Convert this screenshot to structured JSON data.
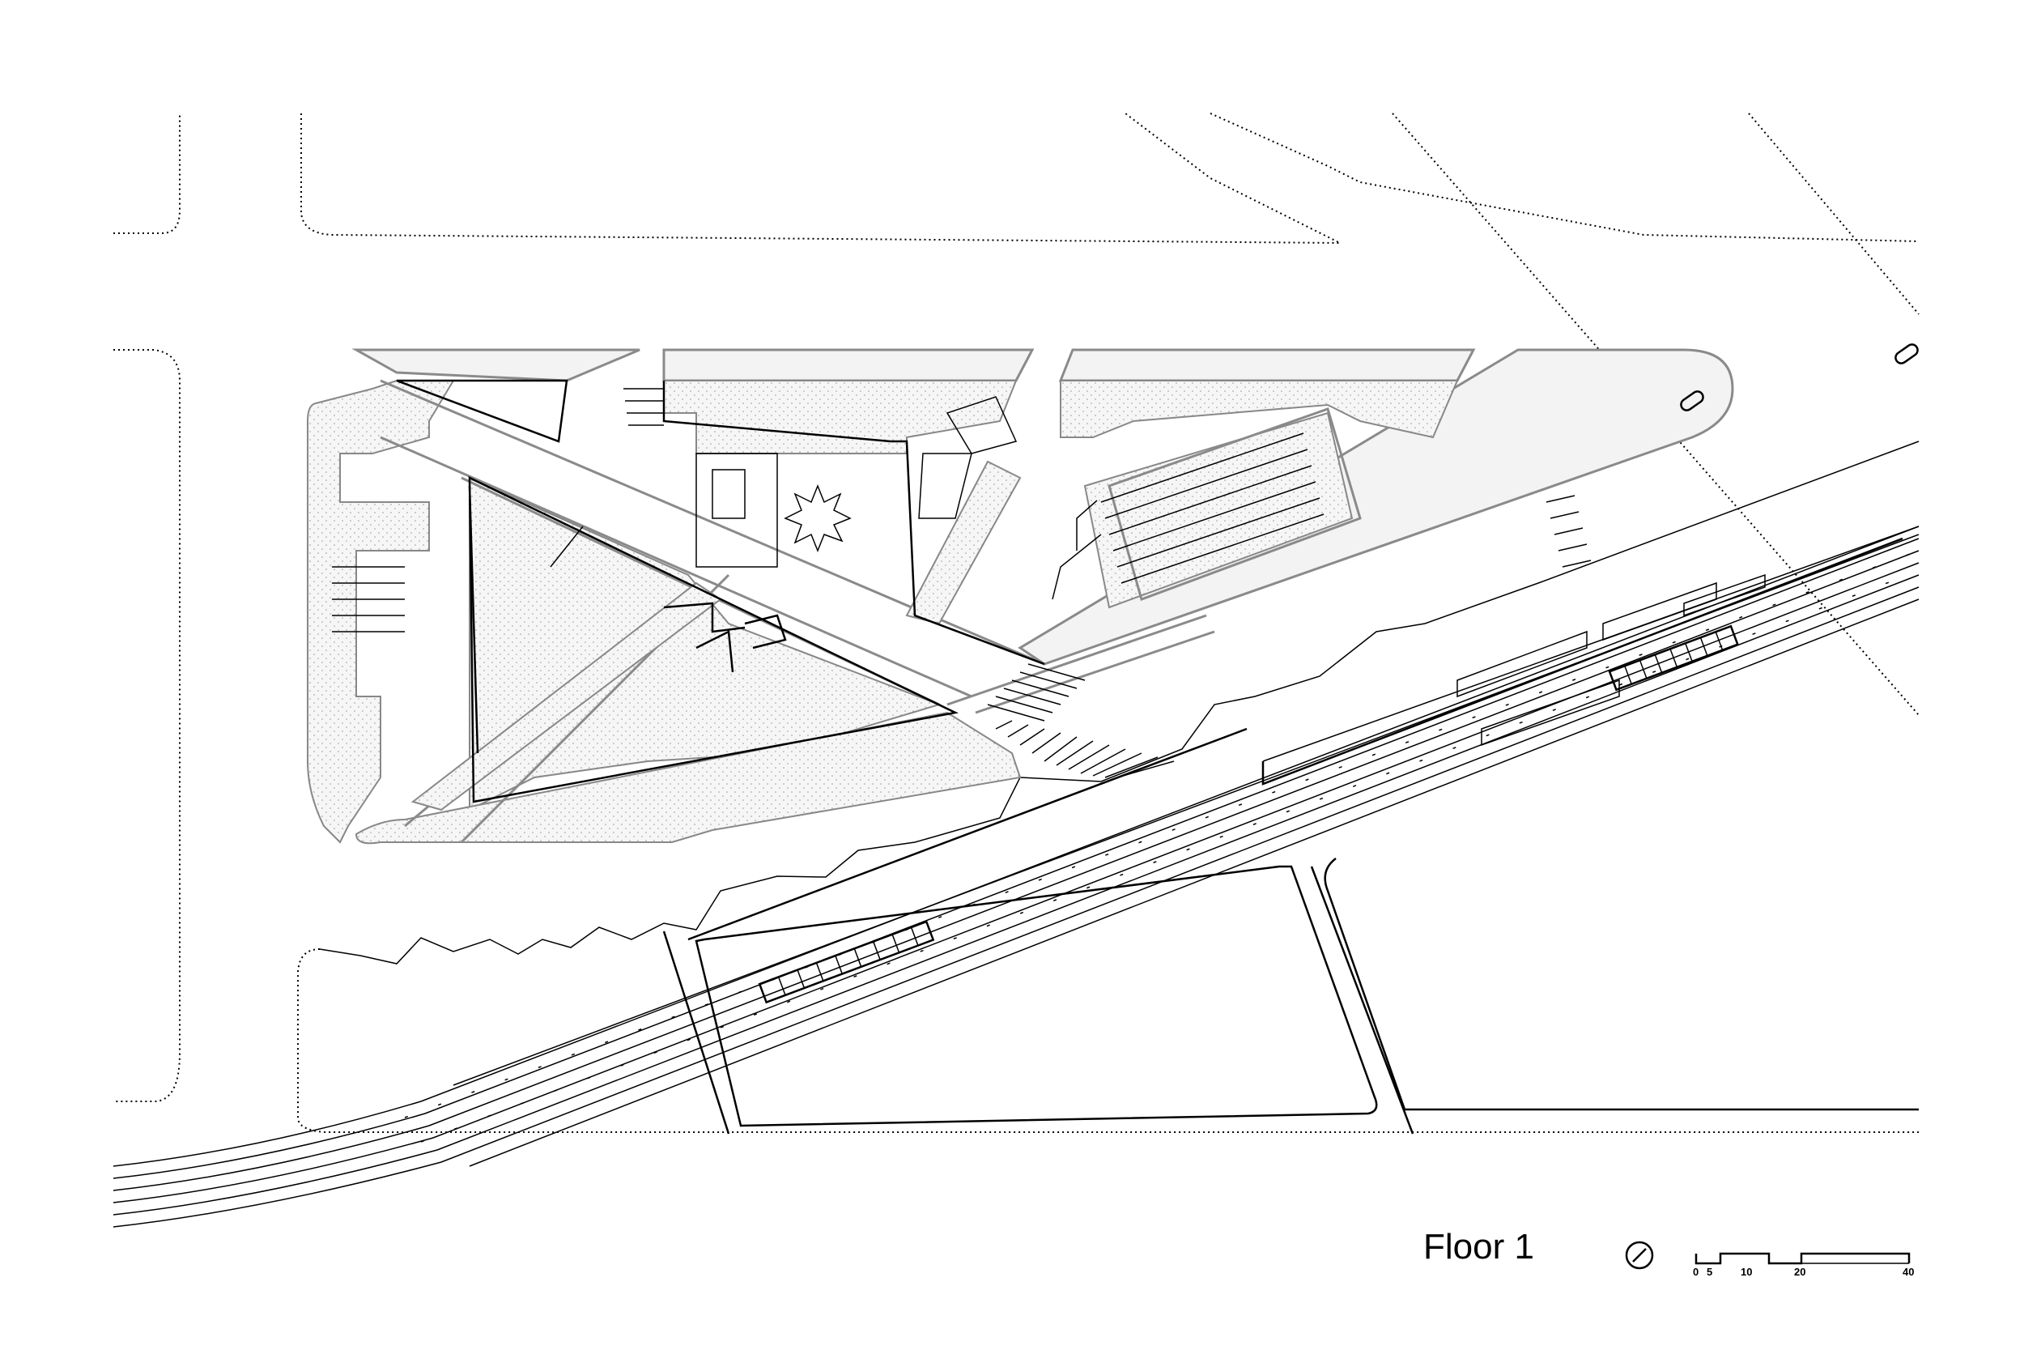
{
  "title": "Floor 1",
  "scale_bar": {
    "labels": [
      "0",
      "5",
      "10",
      "20",
      "40"
    ]
  },
  "icons": {
    "north": "north-arrow-icon",
    "tree": "tree-icon"
  }
}
